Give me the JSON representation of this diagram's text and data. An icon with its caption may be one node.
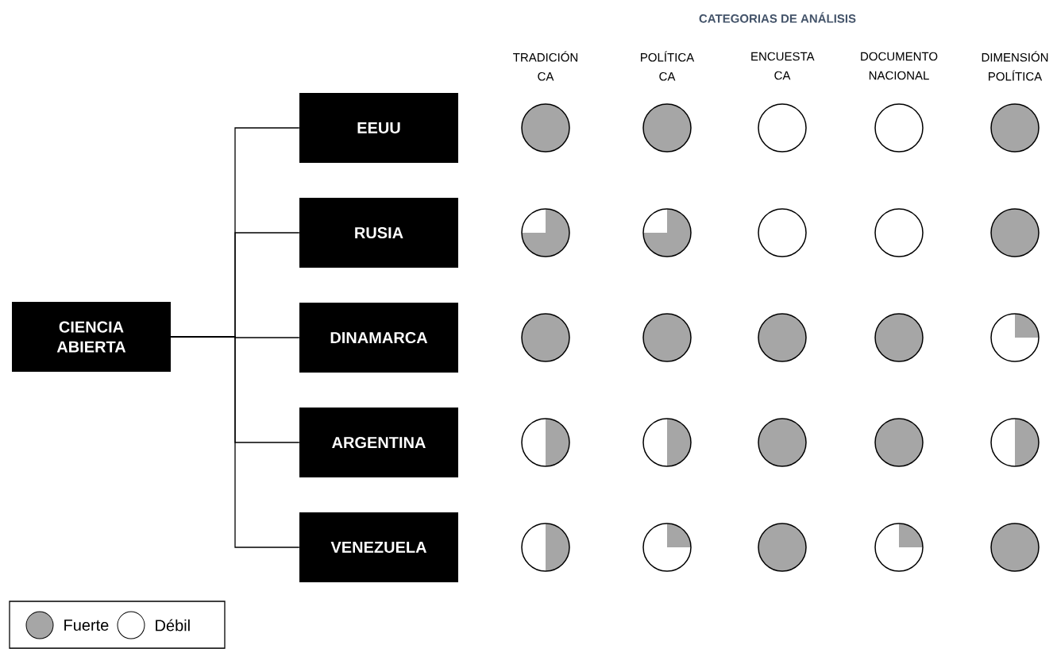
{
  "diagram": {
    "nodes": [
      {
        "text": [
          "CIENCIA ABIERTA"
        ]
      },
      {
        "text": [
          "EEUU"
        ]
      },
      {
        "text": [
          "RUSIA"
        ]
      },
      {
        "text": [
          "DINAMARCA"
        ]
      },
      {
        "text": [
          "ARGENTINA"
        ]
      },
      {
        "text": [
          "VENEZUELA"
        ]
      }
    ],
    "edges": [
      {
        "from": 0,
        "to": 1,
        "arrow": "none"
      },
      {
        "from": 0,
        "to": 2,
        "arrow": "none"
      },
      {
        "from": 0,
        "to": 3,
        "arrow": "none"
      },
      {
        "from": 0,
        "to": 4,
        "arrow": "none"
      },
      {
        "from": 0,
        "to": 5,
        "arrow": "none"
      }
    ],
    "labels": [
      "CATEGORIAS DE ANÁLISIS",
      "TRADICIÓN CA",
      "POLÍTICA CA",
      "ENCUESTA CA",
      "DOCUMENTO NACIONAL",
      "DIMENSIÓN POLÍTICA"
    ],
    "legend": [
      {
        "text": "Fuerte",
        "color": "#a6a6a6"
      },
      {
        "text": "Débil"
      }
    ]
  }
}
